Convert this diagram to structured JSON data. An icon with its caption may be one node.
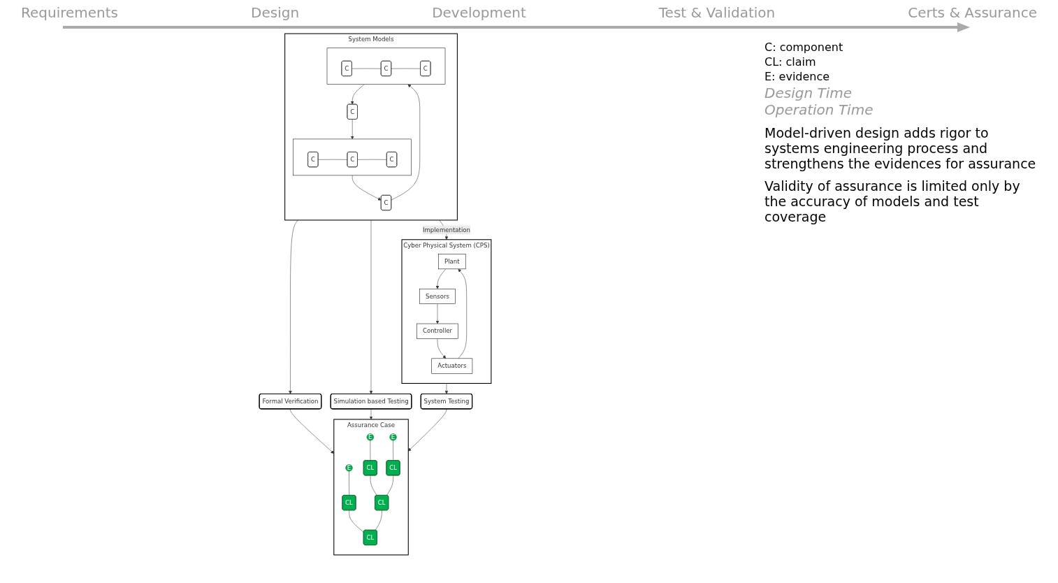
{
  "diagram": {
    "nodes": [
      {
        "text": [
          "System Models"
        ]
      },
      {
        "text": [],
        "shape": "box",
        "in": 0
      },
      {
        "text": [
          "C"
        ],
        "in": 1
      },
      {
        "text": [
          "C"
        ],
        "in": 1
      },
      {
        "text": [
          "C"
        ],
        "in": 1
      },
      {
        "text": [
          "C"
        ],
        "in": 0
      },
      {
        "text": [
          "C"
        ],
        "in": 0
      },
      {
        "text": [],
        "shape": "box",
        "in": 0
      },
      {
        "text": [
          "C"
        ],
        "in": 7
      },
      {
        "text": [
          "C"
        ],
        "in": 7
      },
      {
        "text": [
          "C"
        ],
        "in": 7
      },
      {
        "text": [
          "Formal Verification"
        ]
      },
      {
        "text": [
          "Simulation based Testing"
        ]
      },
      {
        "text": [
          "System Testing"
        ]
      },
      {
        "text": [
          "Assurance Case"
        ]
      },
      {
        "text": [
          "E"
        ],
        "in": 14
      },
      {
        "text": [
          "CL"
        ],
        "in": 14
      },
      {
        "text": [
          "CL"
        ],
        "in": 14
      },
      {
        "text": [
          "E"
        ],
        "in": 14
      },
      {
        "text": [
          "CL"
        ],
        "in": 14
      },
      {
        "text": [
          "CL"
        ],
        "in": 14
      },
      {
        "text": [
          "E"
        ],
        "in": 14
      },
      {
        "text": [
          "CL"
        ],
        "in": 14
      },
      {
        "text": [
          "Cyber Physical System (CPS)"
        ]
      },
      {
        "text": [
          "Plant"
        ],
        "in": 23
      },
      {
        "text": [
          "Sensors"
        ],
        "in": 23
      },
      {
        "text": [
          "Actuators"
        ],
        "in": 23
      },
      {
        "text": [
          "Controller"
        ],
        "in": 23
      }
    ],
    "edges": [
      {
        "from": 2,
        "to": 3,
        "arrow": "none"
      },
      {
        "from": 3,
        "to": 4,
        "arrow": "none"
      },
      {
        "from": 8,
        "to": 9,
        "arrow": "none"
      },
      {
        "from": 9,
        "to": 10,
        "arrow": "none"
      },
      {
        "from": 1,
        "to": 5,
        "arrow": "to"
      },
      {
        "from": 5,
        "to": 7,
        "arrow": "to"
      },
      {
        "from": 7,
        "to": 6,
        "arrow": "to"
      },
      {
        "from": 6,
        "to": 1,
        "arrow": "to"
      },
      {
        "from": 0,
        "to": 11,
        "arrow": "to"
      },
      {
        "from": 0,
        "to": 12,
        "arrow": "to"
      },
      {
        "from": 23,
        "to": 13,
        "arrow": "to"
      },
      {
        "from": 11,
        "to": 14,
        "arrow": "to"
      },
      {
        "from": 12,
        "to": 14,
        "arrow": "to"
      },
      {
        "from": 13,
        "to": 14,
        "arrow": "to"
      },
      {
        "from": 0,
        "to": 23,
        "arrow": "to",
        "label": "Implementation"
      },
      {
        "from": 15,
        "to": 16,
        "arrow": "none"
      },
      {
        "from": 16,
        "to": 17,
        "arrow": "none"
      },
      {
        "from": 18,
        "to": 19,
        "arrow": "none"
      },
      {
        "from": 19,
        "to": 20,
        "arrow": "none"
      },
      {
        "from": 21,
        "to": 22,
        "arrow": "none"
      },
      {
        "from": 22,
        "to": 20,
        "arrow": "none"
      },
      {
        "from": 20,
        "to": 17,
        "arrow": "none"
      },
      {
        "from": 24,
        "to": 25,
        "arrow": "to"
      },
      {
        "from": 25,
        "to": 27,
        "arrow": "to"
      },
      {
        "from": 27,
        "to": 26,
        "arrow": "to"
      },
      {
        "from": 26,
        "to": 24,
        "arrow": "to"
      }
    ],
    "labels": [
      "Requirements",
      "Design",
      "Development",
      "Test & Validation",
      "Certs & Assurance",
      "C: component",
      "CL: claim",
      "E: evidence",
      "Design Time",
      "Operation Time",
      "Model-driven design adds rigor to systems engineering process and strengthens the evidences for assurance",
      "Validity of assurance is limited only by the accuracy of models and test coverage"
    ]
  }
}
